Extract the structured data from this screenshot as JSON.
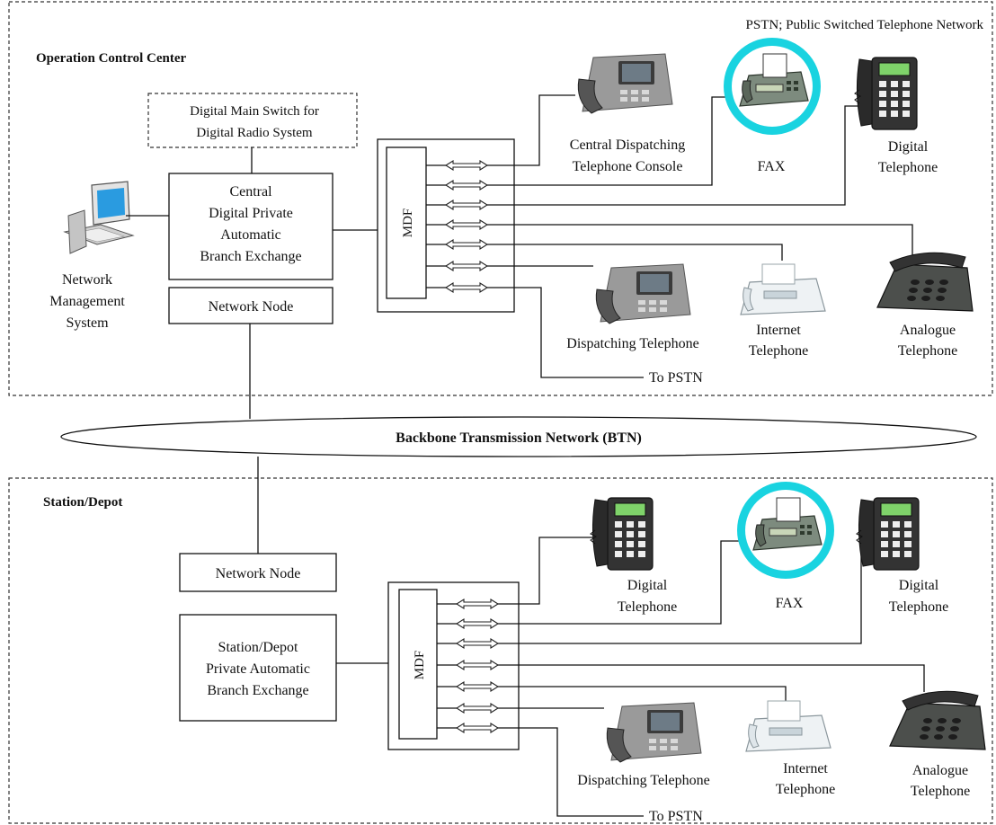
{
  "pstn_note": "PSTN;  Public Switched Telephone Network",
  "btn_label": "Backbone Transmission Network (BTN)",
  "occ": {
    "title": "Operation Control Center",
    "digital_switch": [
      "Digital Main Switch  for",
      "Digital Radio System"
    ],
    "central_pabx": [
      "Central",
      "Digital Private",
      "Automatic",
      "Branch Exchange"
    ],
    "network_node": "Network Node",
    "mdf": "MDF",
    "nms": [
      "Network",
      "Management",
      "System"
    ],
    "central_console": [
      "Central Dispatching",
      "Telephone Console"
    ],
    "fax": "FAX",
    "digital_phone": [
      "Digital",
      "Telephone"
    ],
    "dispatching_phone": "Dispatching Telephone",
    "internet_phone": [
      "Internet",
      "Telephone"
    ],
    "analogue_phone": [
      "Analogue",
      "Telephone"
    ],
    "to_pstn": "To PSTN"
  },
  "station": {
    "title": "Station/Depot",
    "network_node": "Network Node",
    "pabx": [
      "Station/Depot",
      "Private Automatic",
      "Branch Exchange"
    ],
    "mdf": "MDF",
    "digital_phone_1": [
      "Digital",
      "Telephone"
    ],
    "fax": "FAX",
    "digital_phone_2": [
      "Digital",
      "Telephone"
    ],
    "dispatching_phone": "Dispatching Telephone",
    "internet_phone": [
      "Internet",
      "Telephone"
    ],
    "analogue_phone": [
      "Analogue",
      "Telephone"
    ],
    "to_pstn": "To PSTN"
  },
  "colors": {
    "fax_ring": "#19d3e0",
    "phone_screen": "#7fd36a",
    "monitor": "#2a9be0"
  }
}
